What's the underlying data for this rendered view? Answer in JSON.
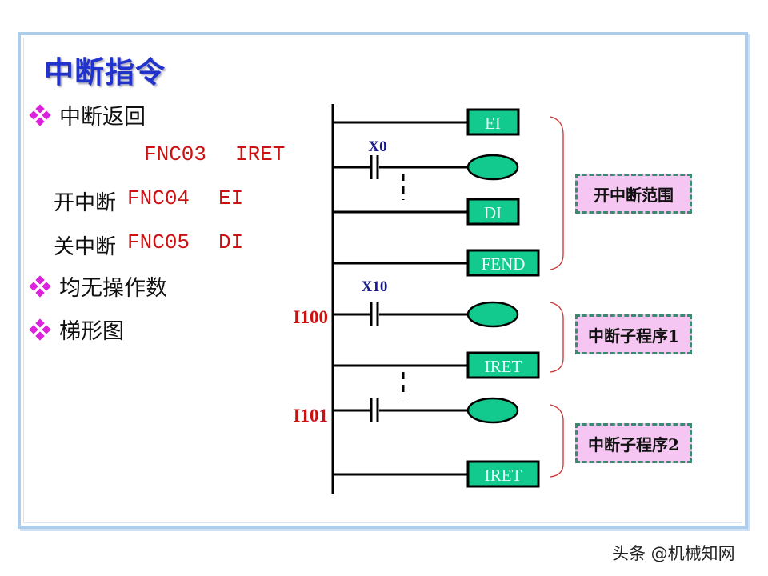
{
  "title": "中断指令",
  "bullets": [
    {
      "label": "中断返回"
    },
    {
      "label": "均无操作数"
    },
    {
      "label": "梯形图"
    }
  ],
  "instructions": [
    {
      "name": "",
      "fnc": "FNC03",
      "mnemonic": "IRET"
    },
    {
      "name": "开中断",
      "fnc": "FNC04",
      "mnemonic": "EI"
    },
    {
      "name": "关中断",
      "fnc": "FNC05",
      "mnemonic": "DI"
    }
  ],
  "ladder": {
    "pointers": [
      "I100",
      "I101"
    ],
    "contacts": [
      "X0",
      "X10"
    ],
    "boxes": [
      "EI",
      "DI",
      "FEND",
      "IRET",
      "IRET"
    ],
    "colors": {
      "fill": "#12c98e",
      "box_text": "#e8fff6",
      "rail": "#000000",
      "pointer": "#cc1111",
      "contact_label": "#1a1a8c",
      "brace": "#cc3333"
    }
  },
  "notes": [
    "开中断范围",
    "中断子程序1",
    "中断子程序2"
  ],
  "watermark": "头条 @机械知网"
}
